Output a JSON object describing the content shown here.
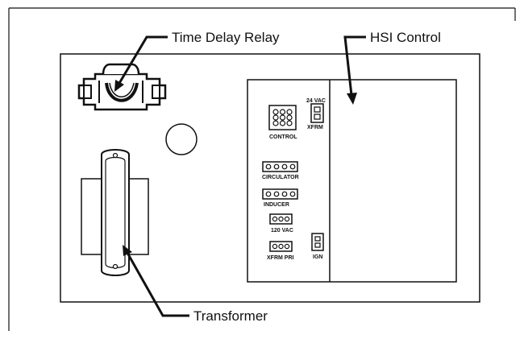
{
  "colors": {
    "line": "#111111",
    "background": "#ffffff"
  },
  "callouts": {
    "time_delay_relay": "Time Delay Relay",
    "hsi_control": "HSI Control",
    "transformer": "Transformer"
  },
  "connectors": {
    "supply_voltage": "24 VAC",
    "xfrm": "XFRM",
    "control": "CONTROL",
    "circulator": "CIRCULATOR",
    "inducer": "INDUCER",
    "line_voltage": "120 VAC",
    "xfrm_pri": "XFRM PRI",
    "ign": "IGN"
  }
}
